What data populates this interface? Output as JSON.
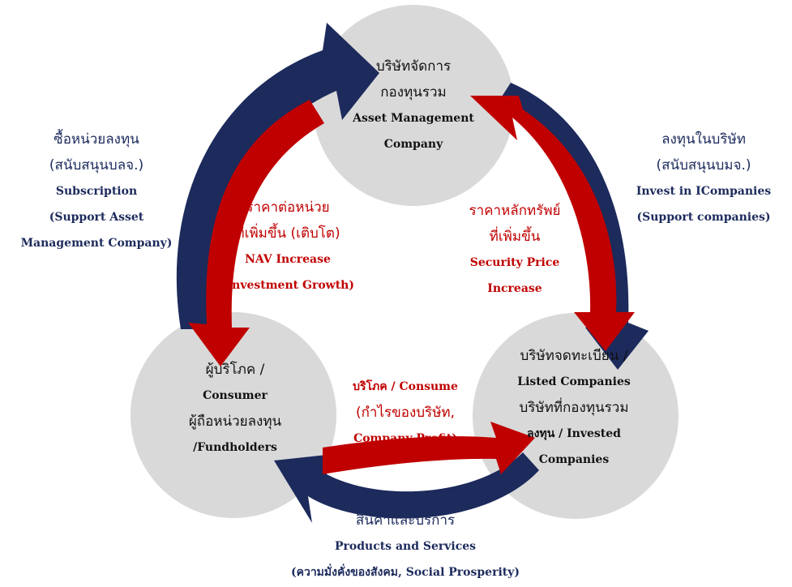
{
  "colors": {
    "circle": "#d9d9d9",
    "navy_arrow": "#1c2a5c",
    "red_arrow": "#c00000",
    "dark_text": "#111111"
  },
  "nodes": {
    "amc": {
      "lines": [
        "บริษัทจัดการ",
        "กองทุนรวม",
        "Asset Management",
        "Company"
      ]
    },
    "consumer": {
      "lines": [
        "ผู้บริโภค /",
        "Consumer",
        "ผู้ถือหน่วยลงทุน",
        "/Fundholders"
      ]
    },
    "companies": {
      "lines": [
        "บริษัทจดทะเบียน /",
        "Listed Companies",
        "บริษัทที่กองทุนรวม",
        "ลงทุน / Invested",
        "Companies"
      ]
    }
  },
  "flows": {
    "subscription": {
      "lines": [
        "ซื้อหน่วยลงทุน",
        "(สนับสนุนบลจ.)",
        "Subscription",
        "(Support Asset",
        "Management Company)"
      ]
    },
    "invest": {
      "lines": [
        "ลงทุนในบริษัท",
        "(สนับสนุนบมจ.)",
        "Invest in ICompanies",
        "(Support companies)"
      ]
    },
    "nav_increase": {
      "lines": [
        "ราคาต่อหน่วย",
        "ที่เพิ่มขึ้น (เติบโต)",
        "NAV Increase",
        "(Investment Growth)"
      ]
    },
    "security_price": {
      "lines": [
        "ราคาหลักทรัพย์",
        "ที่เพิ่มขึ้น",
        "Security Price",
        "Increase"
      ]
    },
    "consume": {
      "lines": [
        "บริโภค / Consume",
        "(กำไรของบริษัท,",
        "Company Profit)"
      ]
    },
    "products": {
      "lines": [
        "สินค้าและบริการ",
        "Products and Services",
        "(ความมั่งคั่งของสังคม, Social Prosperity)"
      ]
    }
  }
}
